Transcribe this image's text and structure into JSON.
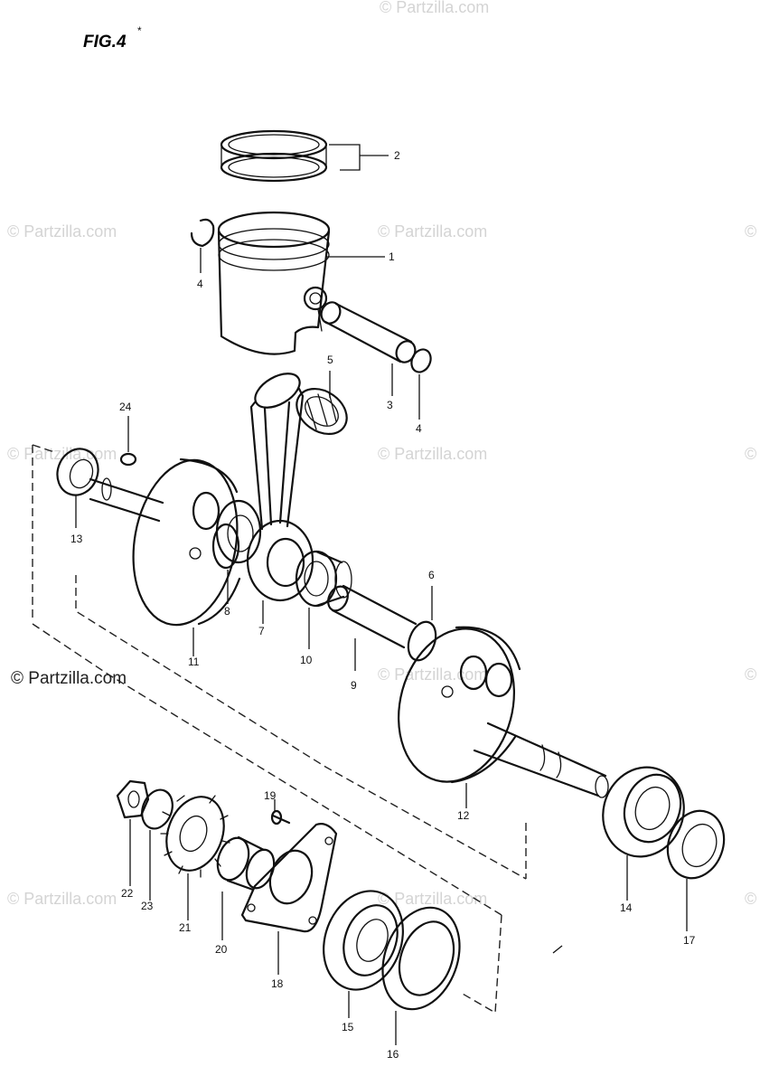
{
  "figure": {
    "title": "FIG.4",
    "title_mark": "*"
  },
  "watermark": {
    "text": "© Partzilla.com"
  },
  "copyright": {
    "text": "© Partzilla.com"
  },
  "callouts": {
    "c1": "1",
    "c2": "2",
    "c3": "3",
    "c4a": "4",
    "c4b": "4",
    "c5": "5",
    "c6": "6",
    "c7": "7",
    "c8": "8",
    "c9": "9",
    "c10": "10",
    "c11": "11",
    "c12": "12",
    "c13": "13",
    "c14": "14",
    "c15": "15",
    "c16": "16",
    "c17": "17",
    "c18": "18",
    "c19": "19",
    "c20": "20",
    "c21": "21",
    "c22": "22",
    "c23": "23",
    "c24": "24"
  },
  "colors": {
    "ink": "#111111",
    "watermark": "#d4d4d4",
    "background": "#ffffff"
  }
}
